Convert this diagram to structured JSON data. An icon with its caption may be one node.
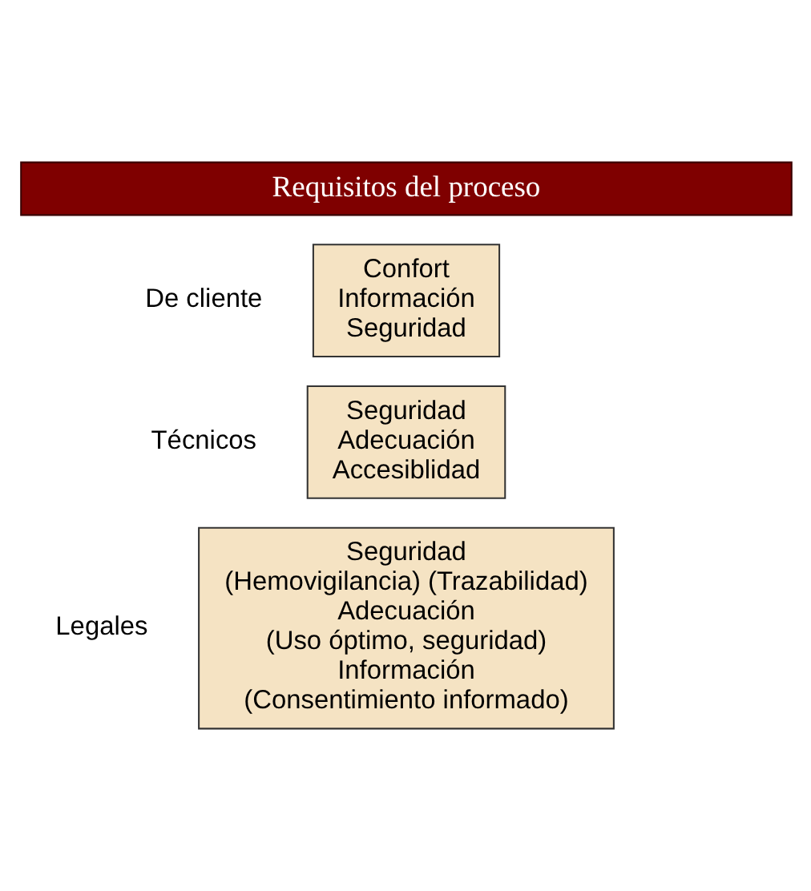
{
  "diagram": {
    "nodes": [
      {
        "text": [
          "Requisitos del proceso"
        ]
      },
      {
        "text": [
          "Confort",
          "Información",
          "Seguridad"
        ],
        "beside": [
          "De cliente"
        ]
      },
      {
        "text": [
          "Seguridad",
          "Adecuación",
          "Accesiblidad"
        ],
        "beside": [
          "Técnicos"
        ]
      },
      {
        "text": [
          "Seguridad",
          "(Hemovigilancia) (Trazabilidad)",
          "Adecuación",
          "(Uso óptimo, seguridad)",
          "Información",
          "(Consentimiento informado)"
        ],
        "beside": [
          "Legales"
        ]
      }
    ],
    "edges": []
  }
}
